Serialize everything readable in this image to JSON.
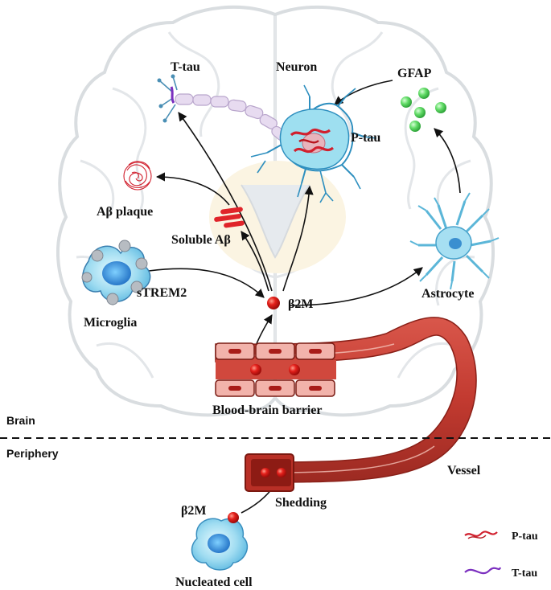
{
  "labels": {
    "t_tau": "T-tau",
    "neuron": "Neuron",
    "gfap": "GFAP",
    "p_tau": "P-tau",
    "ab_plaque": "Aβ plaque",
    "soluble_ab": "Soluble Aβ",
    "strem2": "sTREM2",
    "b2m_brain": "β2M",
    "astrocyte": "Astrocyte",
    "microglia": "Microglia",
    "bbb": "Blood-brain barrier",
    "brain": "Brain",
    "periphery": "Periphery",
    "vessel": "Vessel",
    "b2m_periphery": "β2M",
    "shedding": "Shedding",
    "nucleated_cell": "Nucleated cell"
  },
  "legend": [
    {
      "label": "P-tau",
      "icon": "p-tau-squiggle-icon",
      "color": "#d1202e"
    },
    {
      "label": "T-tau",
      "icon": "t-tau-squiggle-icon",
      "color": "#7b2fbf"
    }
  ],
  "colors": {
    "b2m": "#e0191b",
    "gfap": "#5fdc67",
    "vessel": "#c9433a",
    "cell_blue": "#5cc2e6",
    "neuron_body": "#9edff0",
    "brain_outline": "#d9dde0"
  }
}
